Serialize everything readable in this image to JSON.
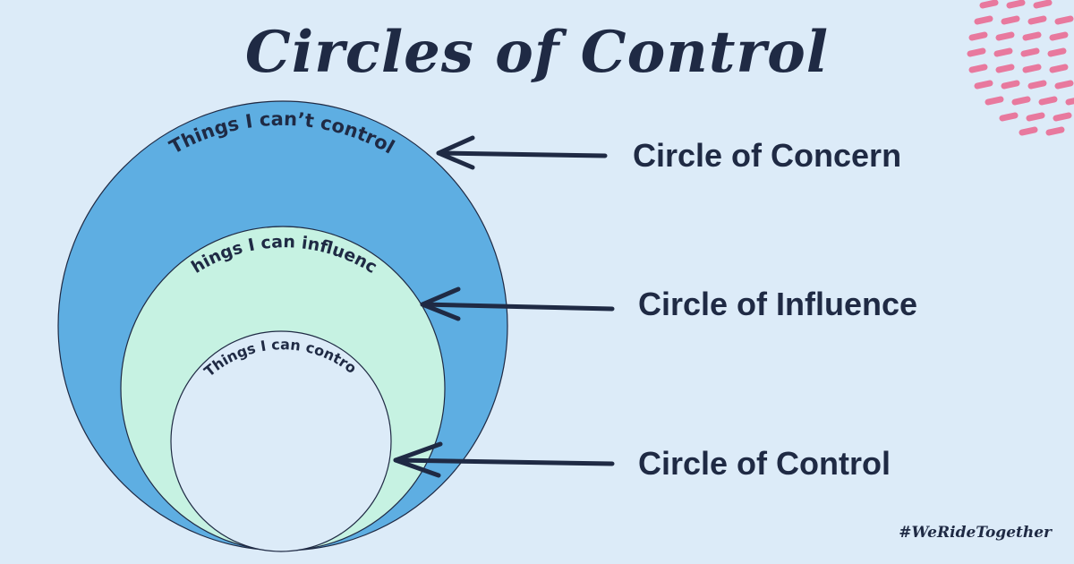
{
  "title": "Circles of Control",
  "rings": {
    "outer_label": "Things I can’t control",
    "middle_label": "Things I can influence",
    "inner_label": "Things I can control"
  },
  "circle_names": {
    "concern": "Circle of Concern",
    "influence": "Circle of Influence",
    "control": "Circle of Control"
  },
  "hashtag": "#WeRideTogether",
  "colors": {
    "background": "#dcebf8",
    "outer_circle": "#5eaee2",
    "middle_circle": "#c6f2e2",
    "inner_circle": "#dcebf8",
    "ink": "#1f2a44",
    "decoration": "#e8799e"
  }
}
